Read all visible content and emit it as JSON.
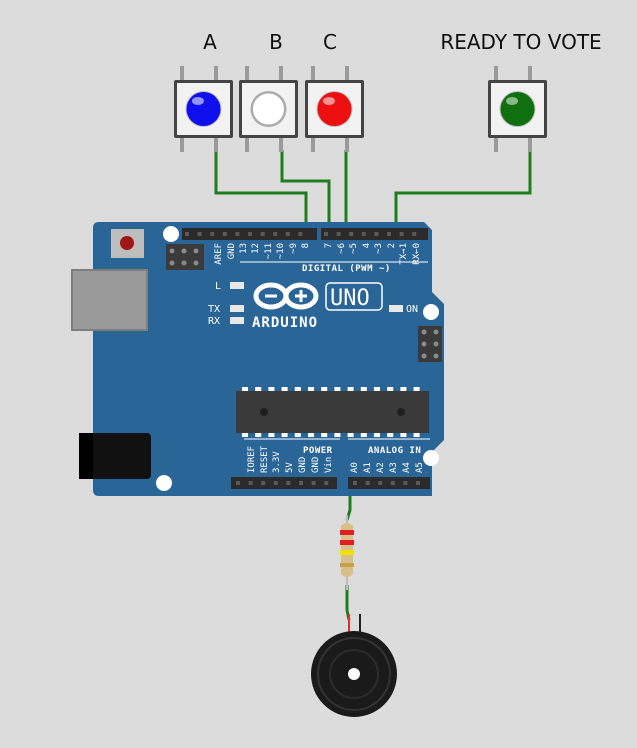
{
  "buttons": [
    {
      "label": "A",
      "color": "#1010ee"
    },
    {
      "label": "B",
      "color": "#ffffff"
    },
    {
      "label": "C",
      "color": "#ee1010"
    },
    {
      "label": "READY TO VOTE",
      "color": "#107010"
    }
  ],
  "board": {
    "brand": "ARDUINO",
    "model": "UNO",
    "digital_label": "DIGITAL (PWM ~)",
    "power_label": "POWER",
    "analog_label": "ANALOG IN",
    "on_label": "ON",
    "led_l": "L",
    "led_tx": "TX",
    "led_rx": "RX",
    "digital_pins": [
      "AREF",
      "GND",
      "13",
      "12",
      "~11",
      "~10",
      "~9",
      "8",
      "7",
      "~6",
      "~5",
      "4",
      "~3",
      "2",
      "TX→1",
      "RX←0"
    ],
    "power_pins": [
      "IOREF",
      "RESET",
      "3.3V",
      "5V",
      "GND",
      "GND",
      "Vin"
    ],
    "analog_pins": [
      "A0",
      "A1",
      "A2",
      "A3",
      "A4",
      "A5"
    ],
    "pcb_color": "#2a6598"
  },
  "wire_color": "#1e7d1e"
}
